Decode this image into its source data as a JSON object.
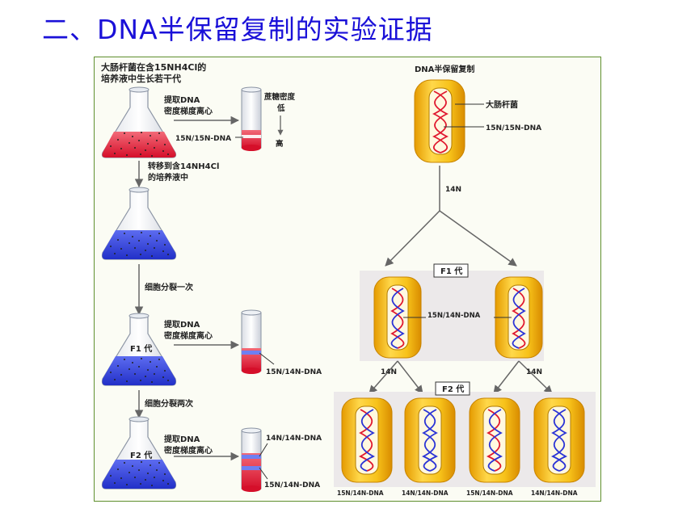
{
  "slide": {
    "title": "二、DNA半保留复制的实验证据"
  },
  "left": {
    "intro_line1": "大肠杆菌在含15NH4Cl的",
    "intro_line2": "培养液中生长若干代",
    "extract1": "提取DNA",
    "extract2": "密度梯度离心",
    "density_title": "蔗糖密度",
    "density_low": "低",
    "density_high": "高",
    "band_15_15": "15N/15N-DNA",
    "transfer1": "转移到含14NH4Cl",
    "transfer2": "的培养液中",
    "divide_once": "细胞分裂一次",
    "f1": "F1 代",
    "band_15_14": "15N/14N-DNA",
    "divide_twice": "细胞分裂两次",
    "f2": "F2 代",
    "band_14_14": "14N/14N-DNA"
  },
  "right": {
    "title": "DNA半保留复制",
    "ecoli": "大肠杆菌",
    "parent_dna": "15N/15N-DNA",
    "n14": "14N",
    "f1": "F1 代",
    "f1_dna": "15N/14N-DNA",
    "f2": "F2 代",
    "f2_labels": [
      "15N/14N-DNA",
      "14N/14N-DNA",
      "15N/14N-DNA",
      "14N/14N-DNA"
    ]
  },
  "colors": {
    "title": "#1a10d8",
    "heavy": "#e8132e",
    "light": "#2a33d6",
    "cell": "#f2b500",
    "frame": "#5f8f2f"
  }
}
